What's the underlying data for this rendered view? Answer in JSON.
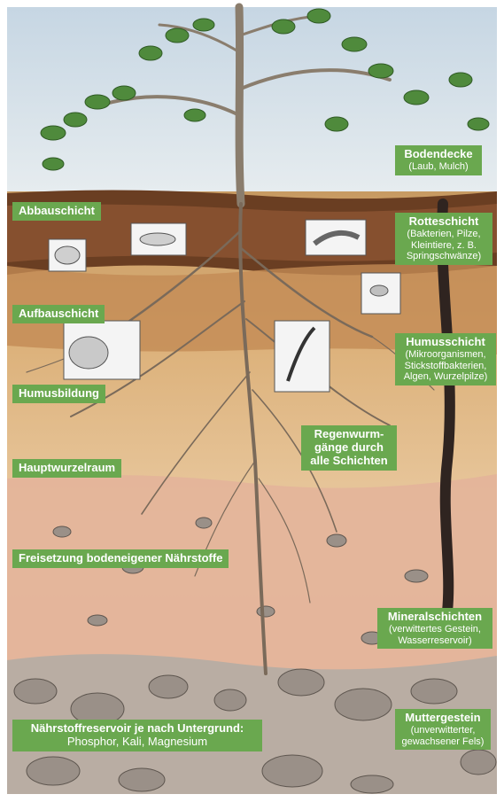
{
  "labels": {
    "bodendecke": {
      "title": "Bodendecke",
      "sub": "(Laub, Mulch)"
    },
    "abbauschicht": {
      "title": "Abbauschicht"
    },
    "rotteschicht": {
      "title": "Rotteschicht",
      "sub": "(Bakterien, Pilze,\nKleintiere, z. B.\nSpringschwänze)"
    },
    "aufbauschicht": {
      "title": "Aufbauschicht"
    },
    "humusschicht": {
      "title": "Humusschicht",
      "sub": "(Mikroorganismen,\nStickstoffbakterien,\nAlgen, Wurzelpilze)"
    },
    "humusbildung": {
      "title": "Humusbildung"
    },
    "regenwurm": {
      "title": "Regenwurm-\ngänge durch\nalle Schichten"
    },
    "hauptwurzelraum": {
      "title": "Hauptwurzelraum"
    },
    "freisetzung": {
      "title": "Freisetzung bodeneigener Nährstoffe"
    },
    "mineralschichten": {
      "title": "Mineralschichten",
      "sub": "(verwittertes Gestein,\nWasserreservoir)"
    },
    "naehrstoffreservoir": {
      "title": "Nährstoffreservoir je nach Untergrund:",
      "sub": "Phosphor, Kali, Magnesium"
    },
    "muttergestein": {
      "title": "Muttergestein",
      "sub": "(unverwitterter,\ngewachsener Fels)"
    }
  },
  "colors": {
    "sky": "#cfdde7",
    "leaf": "#4f8a3c",
    "dark_humus": "#6a3e22",
    "brown_layer": "#a26a3f",
    "humus_layer": "#d6a872",
    "root_zone": "#e7c9a0",
    "mineral": "#e1b394",
    "rock": "#b7aea6",
    "label_green": "#6aa84f"
  }
}
